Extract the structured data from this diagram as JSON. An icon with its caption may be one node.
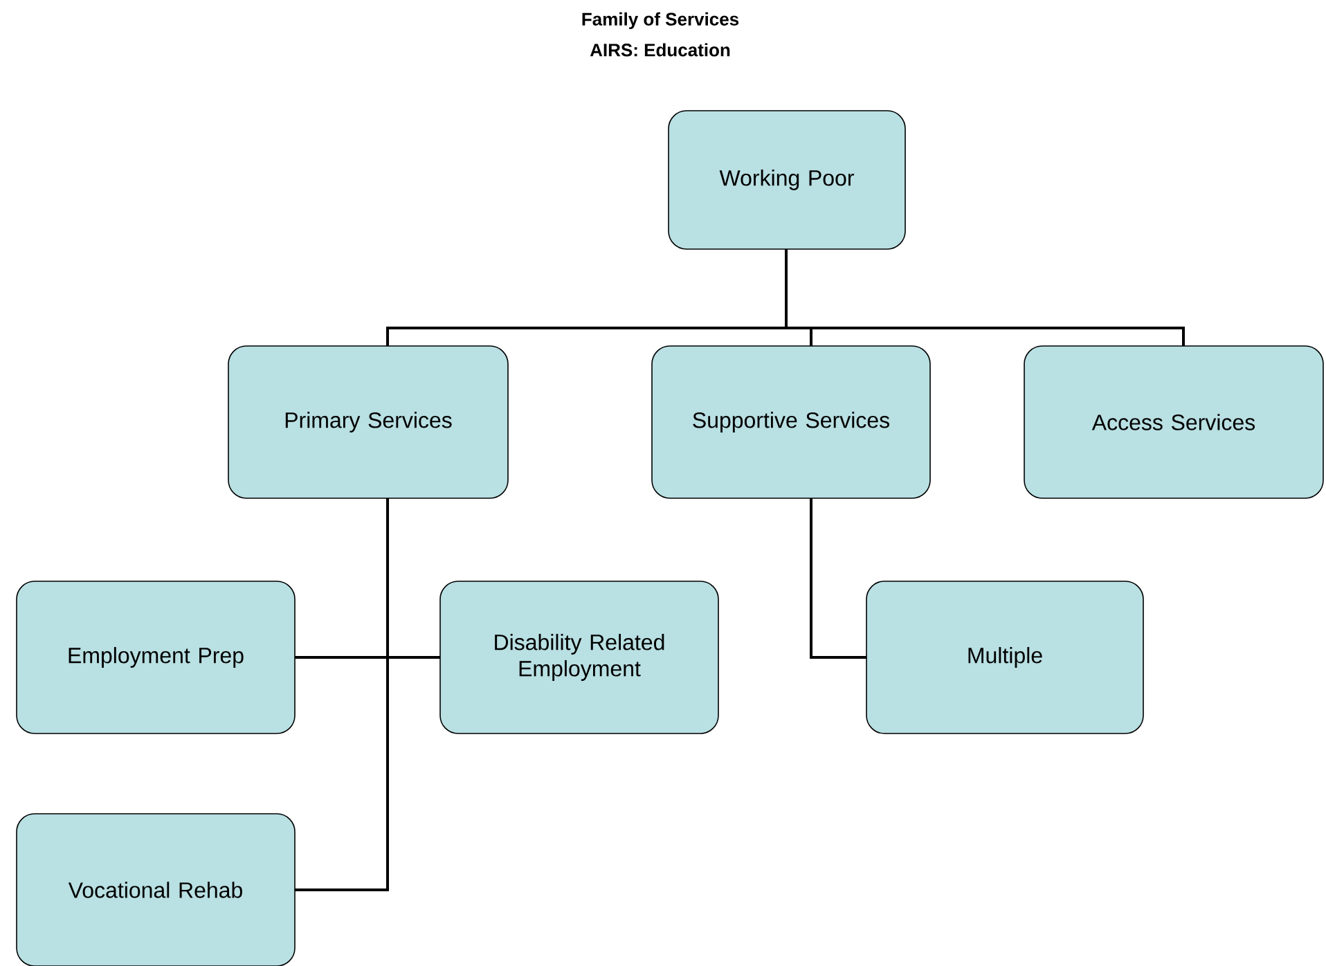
{
  "diagram": {
    "title": "Family of Services",
    "labels": [
      "AIRS: Education"
    ],
    "nodes": [
      {
        "text": [
          "Working Poor"
        ]
      },
      {
        "text": [
          "Primary Services"
        ]
      },
      {
        "text": [
          "Supportive Services"
        ]
      },
      {
        "text": [
          "Access Services"
        ]
      },
      {
        "text": [
          "Employment Prep"
        ]
      },
      {
        "text": [
          "Disability Related Employment"
        ]
      },
      {
        "text": [
          "Multiple"
        ]
      },
      {
        "text": [
          "Vocational Rehab"
        ]
      }
    ],
    "edges": [
      {
        "from": 0,
        "to": 1,
        "arrow": "none"
      },
      {
        "from": 0,
        "to": 2,
        "arrow": "none"
      },
      {
        "from": 0,
        "to": 3,
        "arrow": "none"
      },
      {
        "from": 1,
        "to": 4,
        "arrow": "none"
      },
      {
        "from": 1,
        "to": 5,
        "arrow": "none"
      },
      {
        "from": 1,
        "to": 7,
        "arrow": "none"
      },
      {
        "from": 2,
        "to": 6,
        "arrow": "none"
      }
    ]
  }
}
